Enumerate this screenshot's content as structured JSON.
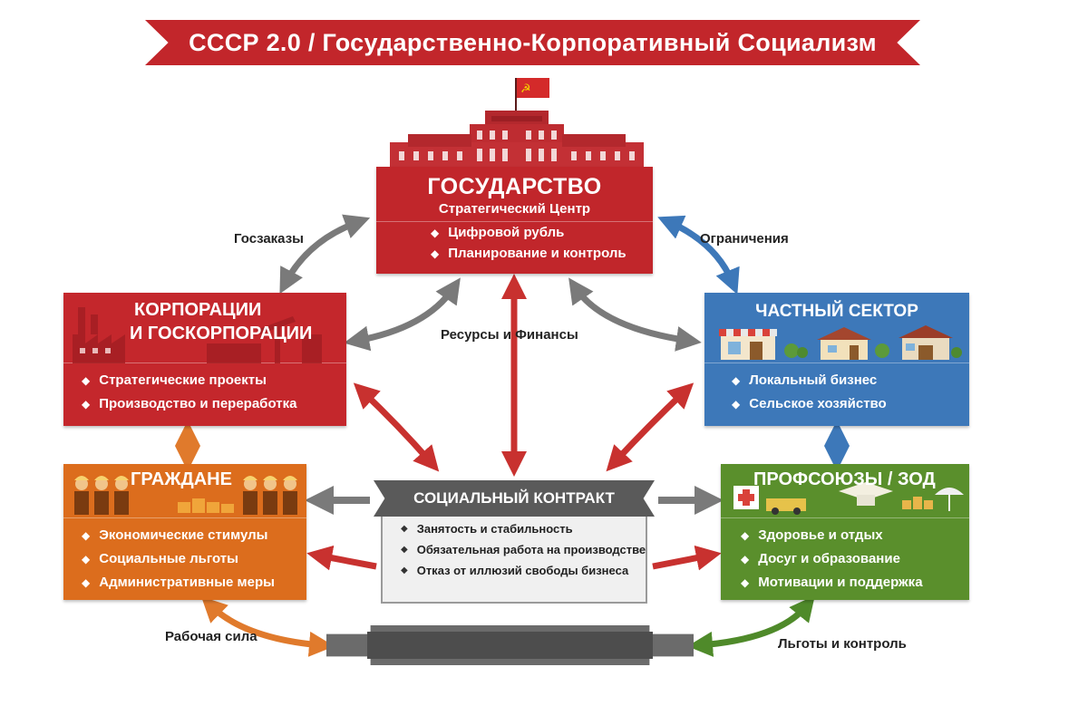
{
  "title": "СССР 2.0 / Государственно-Корпоративный Социализм",
  "state": {
    "title": "ГОСУДАРСТВО",
    "subtitle": "Стратегический Центр",
    "items": [
      "Цифровой рубль",
      "Планирование и контроль"
    ]
  },
  "corporations": {
    "title_line1": "КОРПОРАЦИИ",
    "title_line2": "И ГОСКОРПОРАЦИИ",
    "items": [
      "Стратегические проекты",
      "Производство и переработка"
    ]
  },
  "private_sector": {
    "title": "ЧАСТНЫЙ СЕКТОР",
    "items": [
      "Локальный бизнес",
      "Сельское хозяйство"
    ]
  },
  "citizens": {
    "title": "ГРАЖДАНЕ",
    "items": [
      "Экономические стимулы",
      "Социальные льготы",
      "Административные меры"
    ]
  },
  "unions": {
    "title": "ПРОФСОЮЗЫ / ЗОД",
    "items": [
      "Здоровье и отдых",
      "Досуг и образование",
      "Мотивации и поддержка"
    ]
  },
  "social_contract": {
    "title": "СОЦИАЛЬНЫЙ КОНТРАКТ",
    "items": [
      "Занятость и стабильность",
      "Обязательная работа на производстве",
      "Отказ от иллюзий свободы бизнеса"
    ]
  },
  "labels": {
    "goszakazy": "Госзаказы",
    "ogranicheniya": "Ограничения",
    "resources": "Ресурсы и Финансы",
    "labor": "Рабочая сила",
    "benefits": "Льготы и контроль"
  },
  "colors": {
    "state": "#c1262b",
    "corporations": "#c4272c",
    "private_sector": "#3d78b9",
    "citizens": "#dc6d1d",
    "unions": "#5a8f2c",
    "social_contract": "#5a5a5a"
  }
}
